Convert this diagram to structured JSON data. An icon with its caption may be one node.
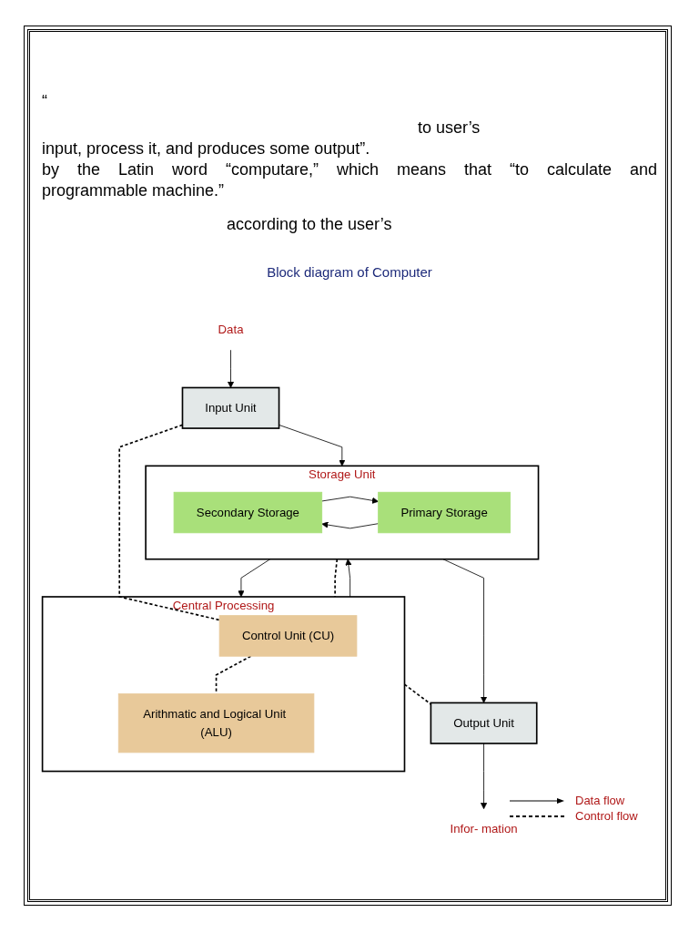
{
  "diagram": {
    "title": "Block diagram of Computer",
    "nodes": [
      {
        "text": [
          "Data"
        ]
      },
      {
        "text": [
          "Input Unit"
        ]
      },
      {
        "text": [
          "Storage Unit"
        ]
      },
      {
        "text": [
          "Secondary Storage"
        ],
        "in": 2
      },
      {
        "text": [
          "Primary Storage"
        ],
        "in": 2
      },
      {
        "text": [
          "Output Unit"
        ]
      },
      {
        "text": [
          "Infor- mation"
        ]
      },
      {
        "text": [
          "Central Processing"
        ]
      },
      {
        "text": [
          "Control Unit (CU)"
        ],
        "in": 7
      },
      {
        "text": [
          "Arithmatic and Logical Unit (ALU)"
        ],
        "in": 7
      }
    ],
    "edges": [
      {
        "from": 0,
        "to": 1,
        "arrow": "to"
      },
      {
        "from": 1,
        "to": 2,
        "arrow": "to"
      },
      {
        "from": 3,
        "to": 4,
        "arrow": "to"
      },
      {
        "from": 4,
        "to": 3,
        "arrow": "to"
      },
      {
        "from": 2,
        "to": 5,
        "arrow": "to"
      },
      {
        "from": 5,
        "to": 6,
        "arrow": "to"
      },
      {
        "from": 2,
        "to": 7,
        "arrow": "to"
      },
      {
        "from": 7,
        "to": 2,
        "arrow": "to"
      },
      {
        "from": 2,
        "to": 7,
        "arrow": "none",
        "style": "dashed"
      },
      {
        "from": 1,
        "to": 8,
        "arrow": "none",
        "style": "dashed"
      },
      {
        "from": 7,
        "to": 5,
        "arrow": "none",
        "style": "dashed"
      },
      {
        "from": 8,
        "to": 9,
        "arrow": "none",
        "style": "dashed"
      }
    ],
    "labels": [
      "“",
      "to user’s",
      "input, process it, and produces some output”.",
      "by the Latin word “computare,” which means that “to calculate and",
      "programmable machine.”",
      "according to the user’s"
    ],
    "legend": [
      {
        "text": "Data flow"
      },
      {
        "text": "Control flow"
      }
    ]
  }
}
